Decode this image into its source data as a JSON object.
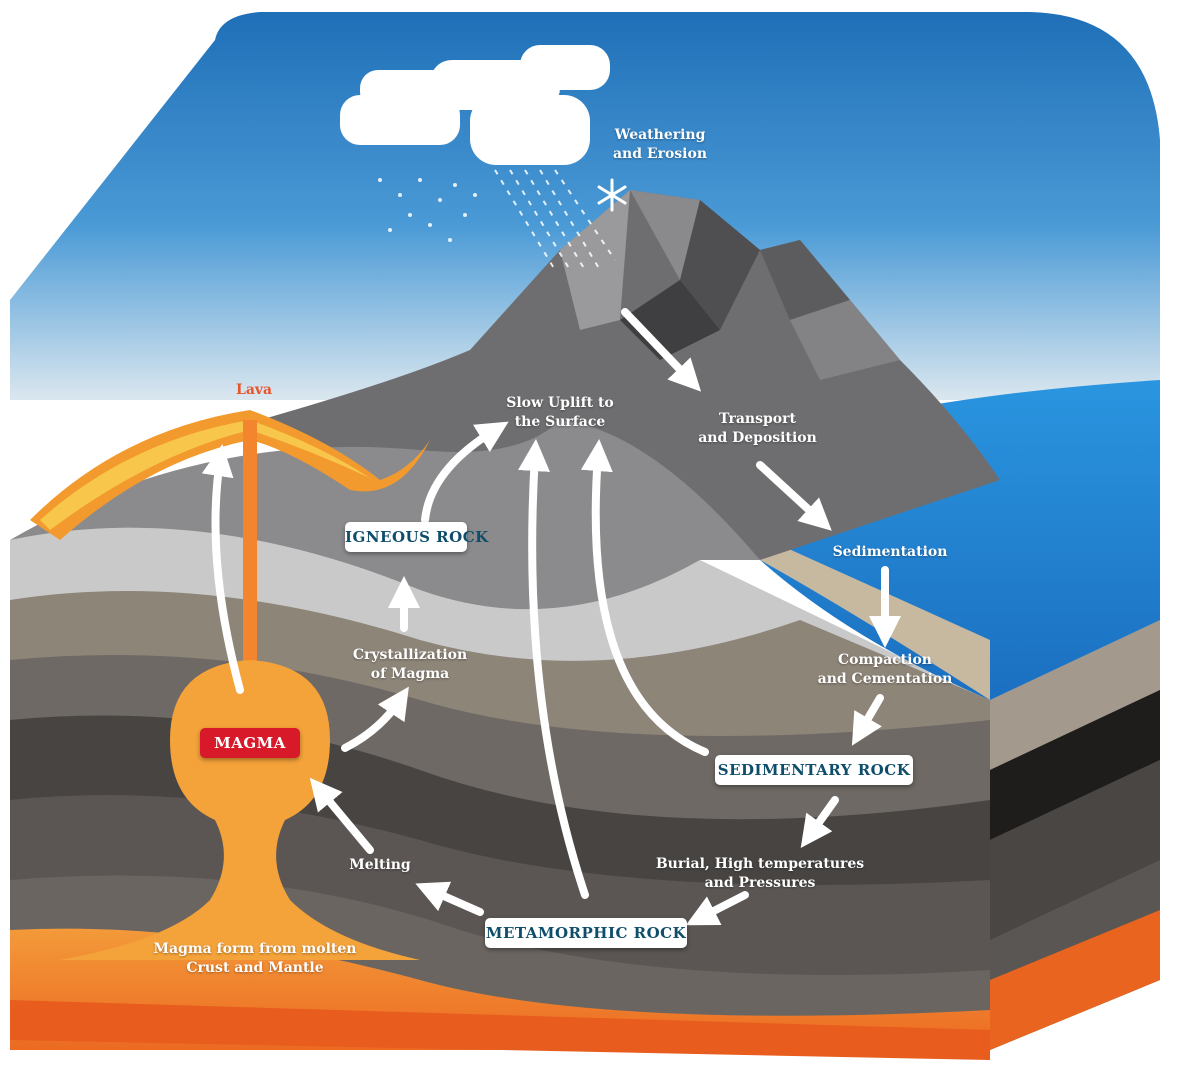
{
  "diagram": {
    "labels": {
      "weathering": "Weathering\nand Erosion",
      "lava": "Lava",
      "uplift": "Slow Uplift to\nthe Surface",
      "transport": "Transport\nand Deposition",
      "sedimentation": "Sedimentation",
      "compaction": "Compaction\nand Cementation",
      "crystallization": "Crystallization\nof Magma",
      "burial": "Burial, High temperatures\nand Pressures",
      "melting": "Melting",
      "magma_origin": "Magma form from molten\nCrust and Mantle"
    },
    "boxes": {
      "igneous": "IGNEOUS ROCK",
      "magma": "MAGMA",
      "sedimentary": "SEDIMENTARY ROCK",
      "metamorphic": "METAMORPHIC ROCK"
    },
    "colors": {
      "sky_top": "#1f6fb8",
      "sky_bottom": "#d9e6ee",
      "mountain": "#6e6e70",
      "sea": "#1f86d6",
      "magma": "#f4a23a",
      "mantle": "#f07a2a",
      "box_text": "#0f4e6b",
      "magma_box": "#d7192a"
    },
    "icons": [
      "cloud-icon",
      "snowflake-icon",
      "rain-icon"
    ]
  }
}
